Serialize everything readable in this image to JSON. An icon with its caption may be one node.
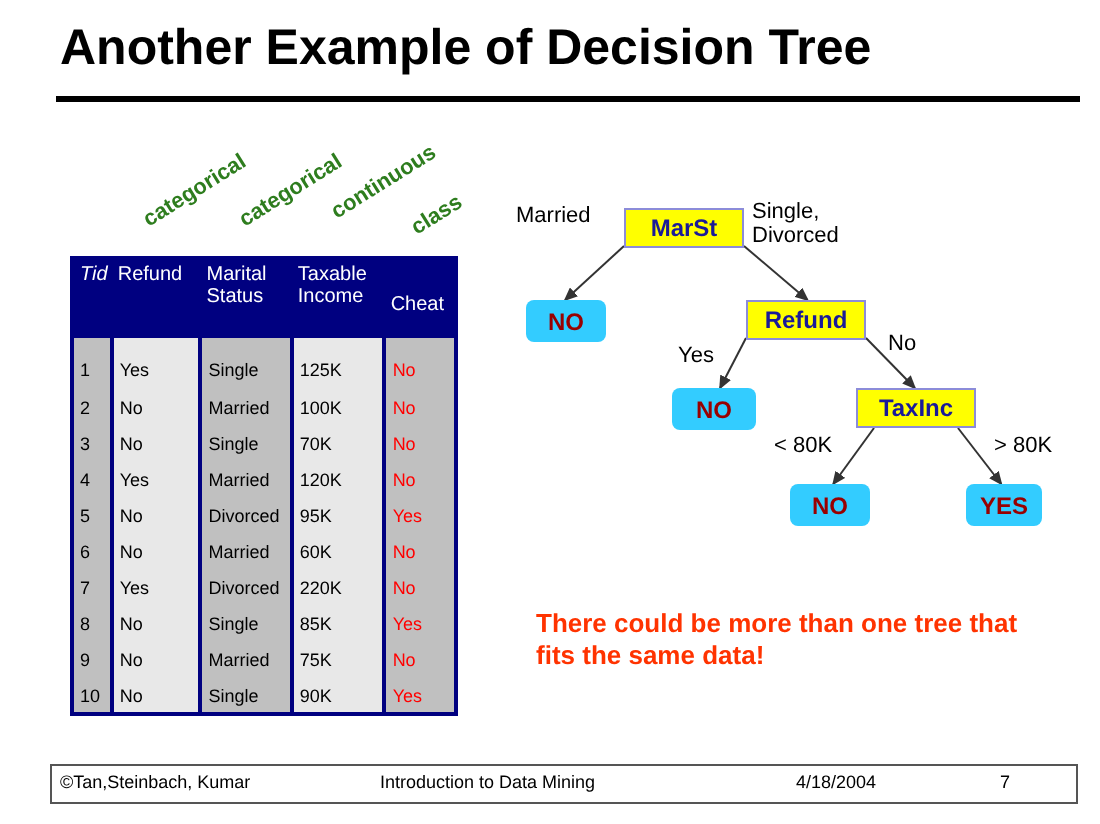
{
  "diagram": {
    "title": "Another Example of Decision Tree",
    "nodes": [
      {
        "text": [
          "MarSt"
        ]
      },
      {
        "text": [
          "NO"
        ]
      },
      {
        "text": [
          "Refund"
        ]
      },
      {
        "text": [
          "NO"
        ]
      },
      {
        "text": [
          "TaxInc"
        ]
      },
      {
        "text": [
          "NO"
        ]
      },
      {
        "text": [
          "YES"
        ]
      }
    ],
    "edges": [
      {
        "from": 0,
        "to": 1,
        "arrow": "to",
        "label": "Married"
      },
      {
        "from": 0,
        "to": 2,
        "arrow": "to",
        "label": "Single, Divorced"
      },
      {
        "from": 2,
        "to": 3,
        "arrow": "to",
        "label": "Yes"
      },
      {
        "from": 2,
        "to": 4,
        "arrow": "to",
        "label": "No"
      },
      {
        "from": 4,
        "to": 5,
        "arrow": "to",
        "label": "< 80K"
      },
      {
        "from": 4,
        "to": 6,
        "arrow": "to",
        "label": "> 80K"
      }
    ],
    "labels": [
      "categorical",
      "categorical",
      "continuous",
      "class",
      "Tid",
      "Refund",
      "Marital Status",
      "Taxable Income",
      "Cheat",
      "1",
      "Yes",
      "Single",
      "125K",
      "No",
      "2",
      "No",
      "Married",
      "100K",
      "No",
      "3",
      "No",
      "Single",
      "70K",
      "No",
      "4",
      "Yes",
      "Married",
      "120K",
      "No",
      "5",
      "No",
      "Divorced",
      "95K",
      "Yes",
      "6",
      "No",
      "Married",
      "60K",
      "No",
      "7",
      "Yes",
      "Divorced",
      "220K",
      "No",
      "8",
      "No",
      "Single",
      "85K",
      "Yes",
      "9",
      "No",
      "Married",
      "75K",
      "No",
      "10",
      "No",
      "Single",
      "90K",
      "Yes",
      "There could be more than one tree that fits the same data!",
      "©Tan,Steinbach, Kumar",
      "Introduction to Data Mining",
      "4/18/2004",
      "7"
    ]
  }
}
